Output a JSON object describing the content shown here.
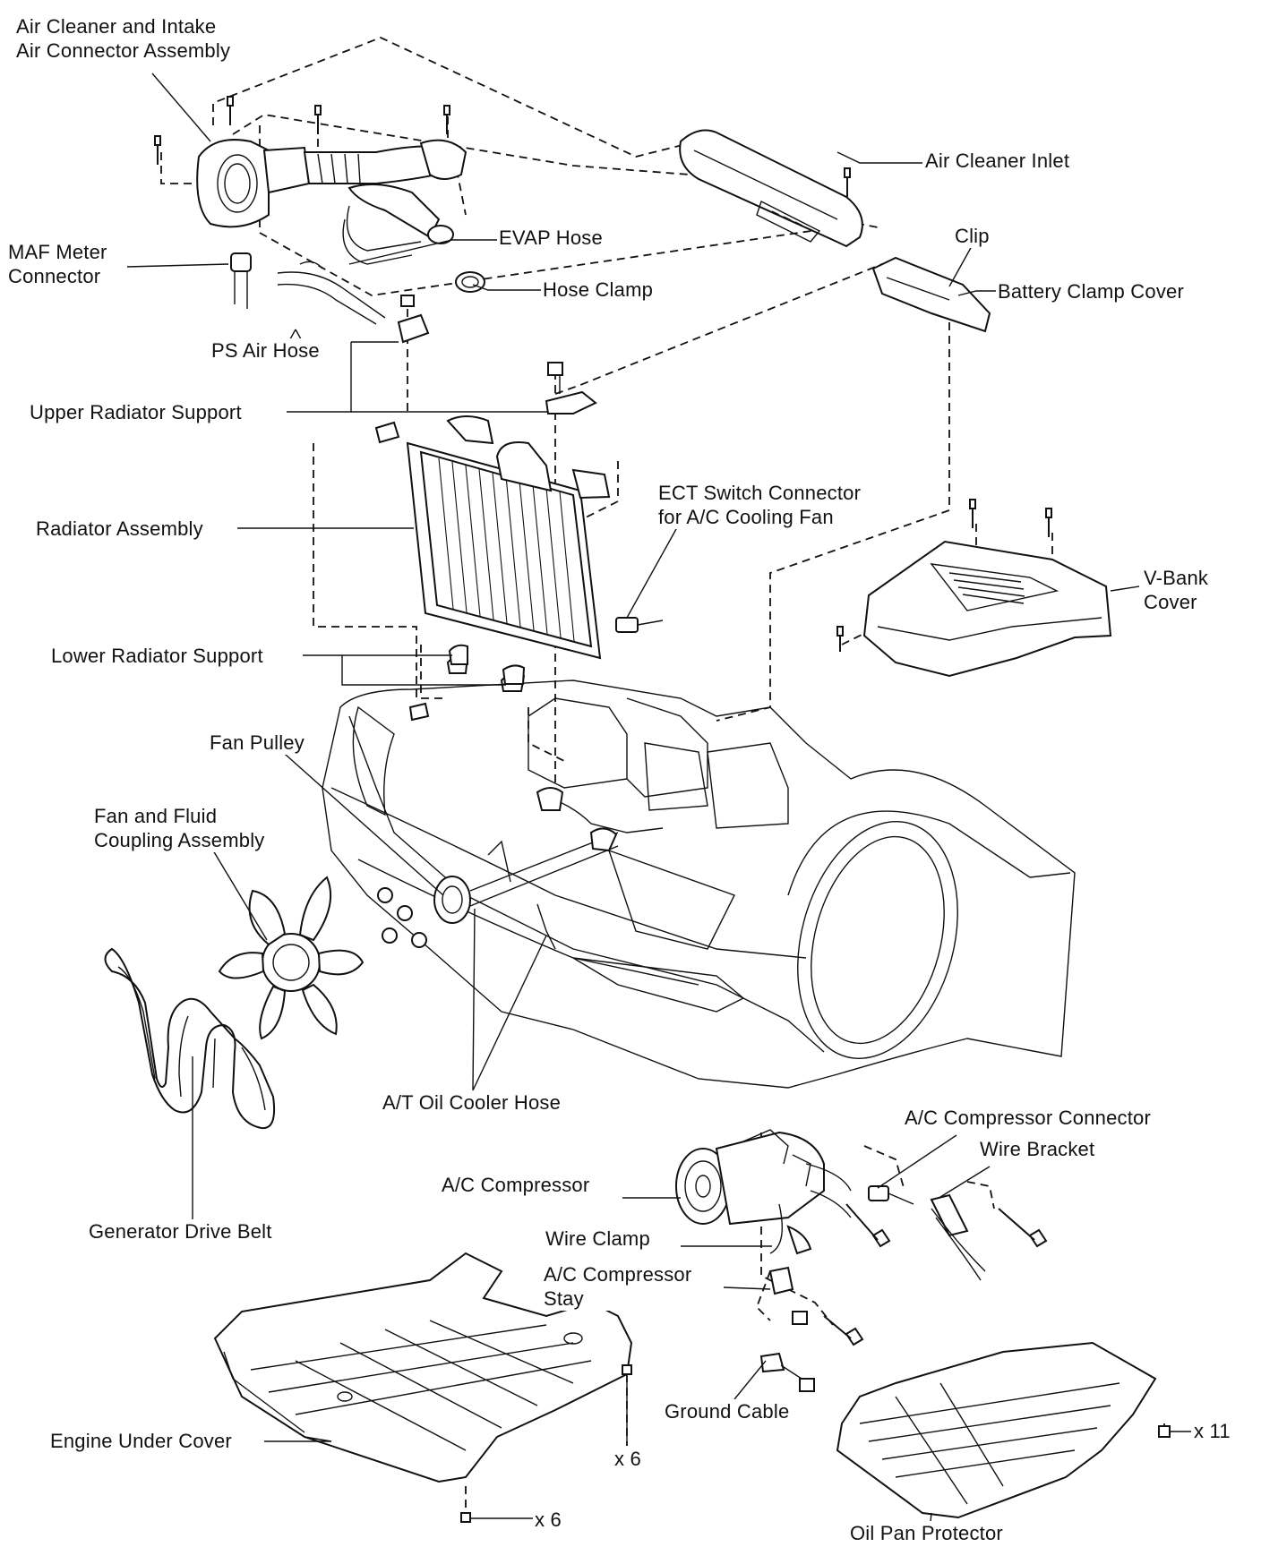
{
  "labels": {
    "air_cleaner_assy": [
      "Air Cleaner and Intake",
      "Air Connector Assembly"
    ],
    "air_cleaner_inlet": "Air Cleaner Inlet",
    "maf_connector": [
      "MAF Meter",
      "Connector"
    ],
    "evap_hose": "EVAP Hose",
    "hose_clamp": "Hose Clamp",
    "clip": "Clip",
    "battery_clamp_cover": "Battery Clamp Cover",
    "ps_air_hose": "PS Air Hose",
    "upper_radiator_support": "Upper Radiator Support",
    "ect_switch_connector": [
      "ECT Switch Connector",
      "for A/C Cooling Fan"
    ],
    "radiator_assy": "Radiator Assembly",
    "v_bank_cover": [
      "V-Bank",
      "Cover"
    ],
    "lower_radiator_support": "Lower Radiator Support",
    "fan_pulley": "Fan Pulley",
    "fan_fluid_coupling": [
      "Fan and Fluid",
      "Coupling Assembly"
    ],
    "at_oil_cooler_hose": "A/T Oil Cooler Hose",
    "ac_compressor_connector": "A/C Compressor Connector",
    "wire_bracket": "Wire Bracket",
    "ac_compressor": "A/C Compressor",
    "generator_drive_belt": "Generator Drive Belt",
    "wire_clamp": "Wire Clamp",
    "ac_compressor_stay": [
      "A/C Compressor",
      "Stay"
    ],
    "ground_cable": "Ground Cable",
    "engine_under_cover": "Engine Under Cover",
    "oil_pan_protector": "Oil Pan Protector",
    "qty_x6_right": "x 6",
    "qty_x6_bottom": "x 6",
    "qty_x11": "x 11"
  }
}
